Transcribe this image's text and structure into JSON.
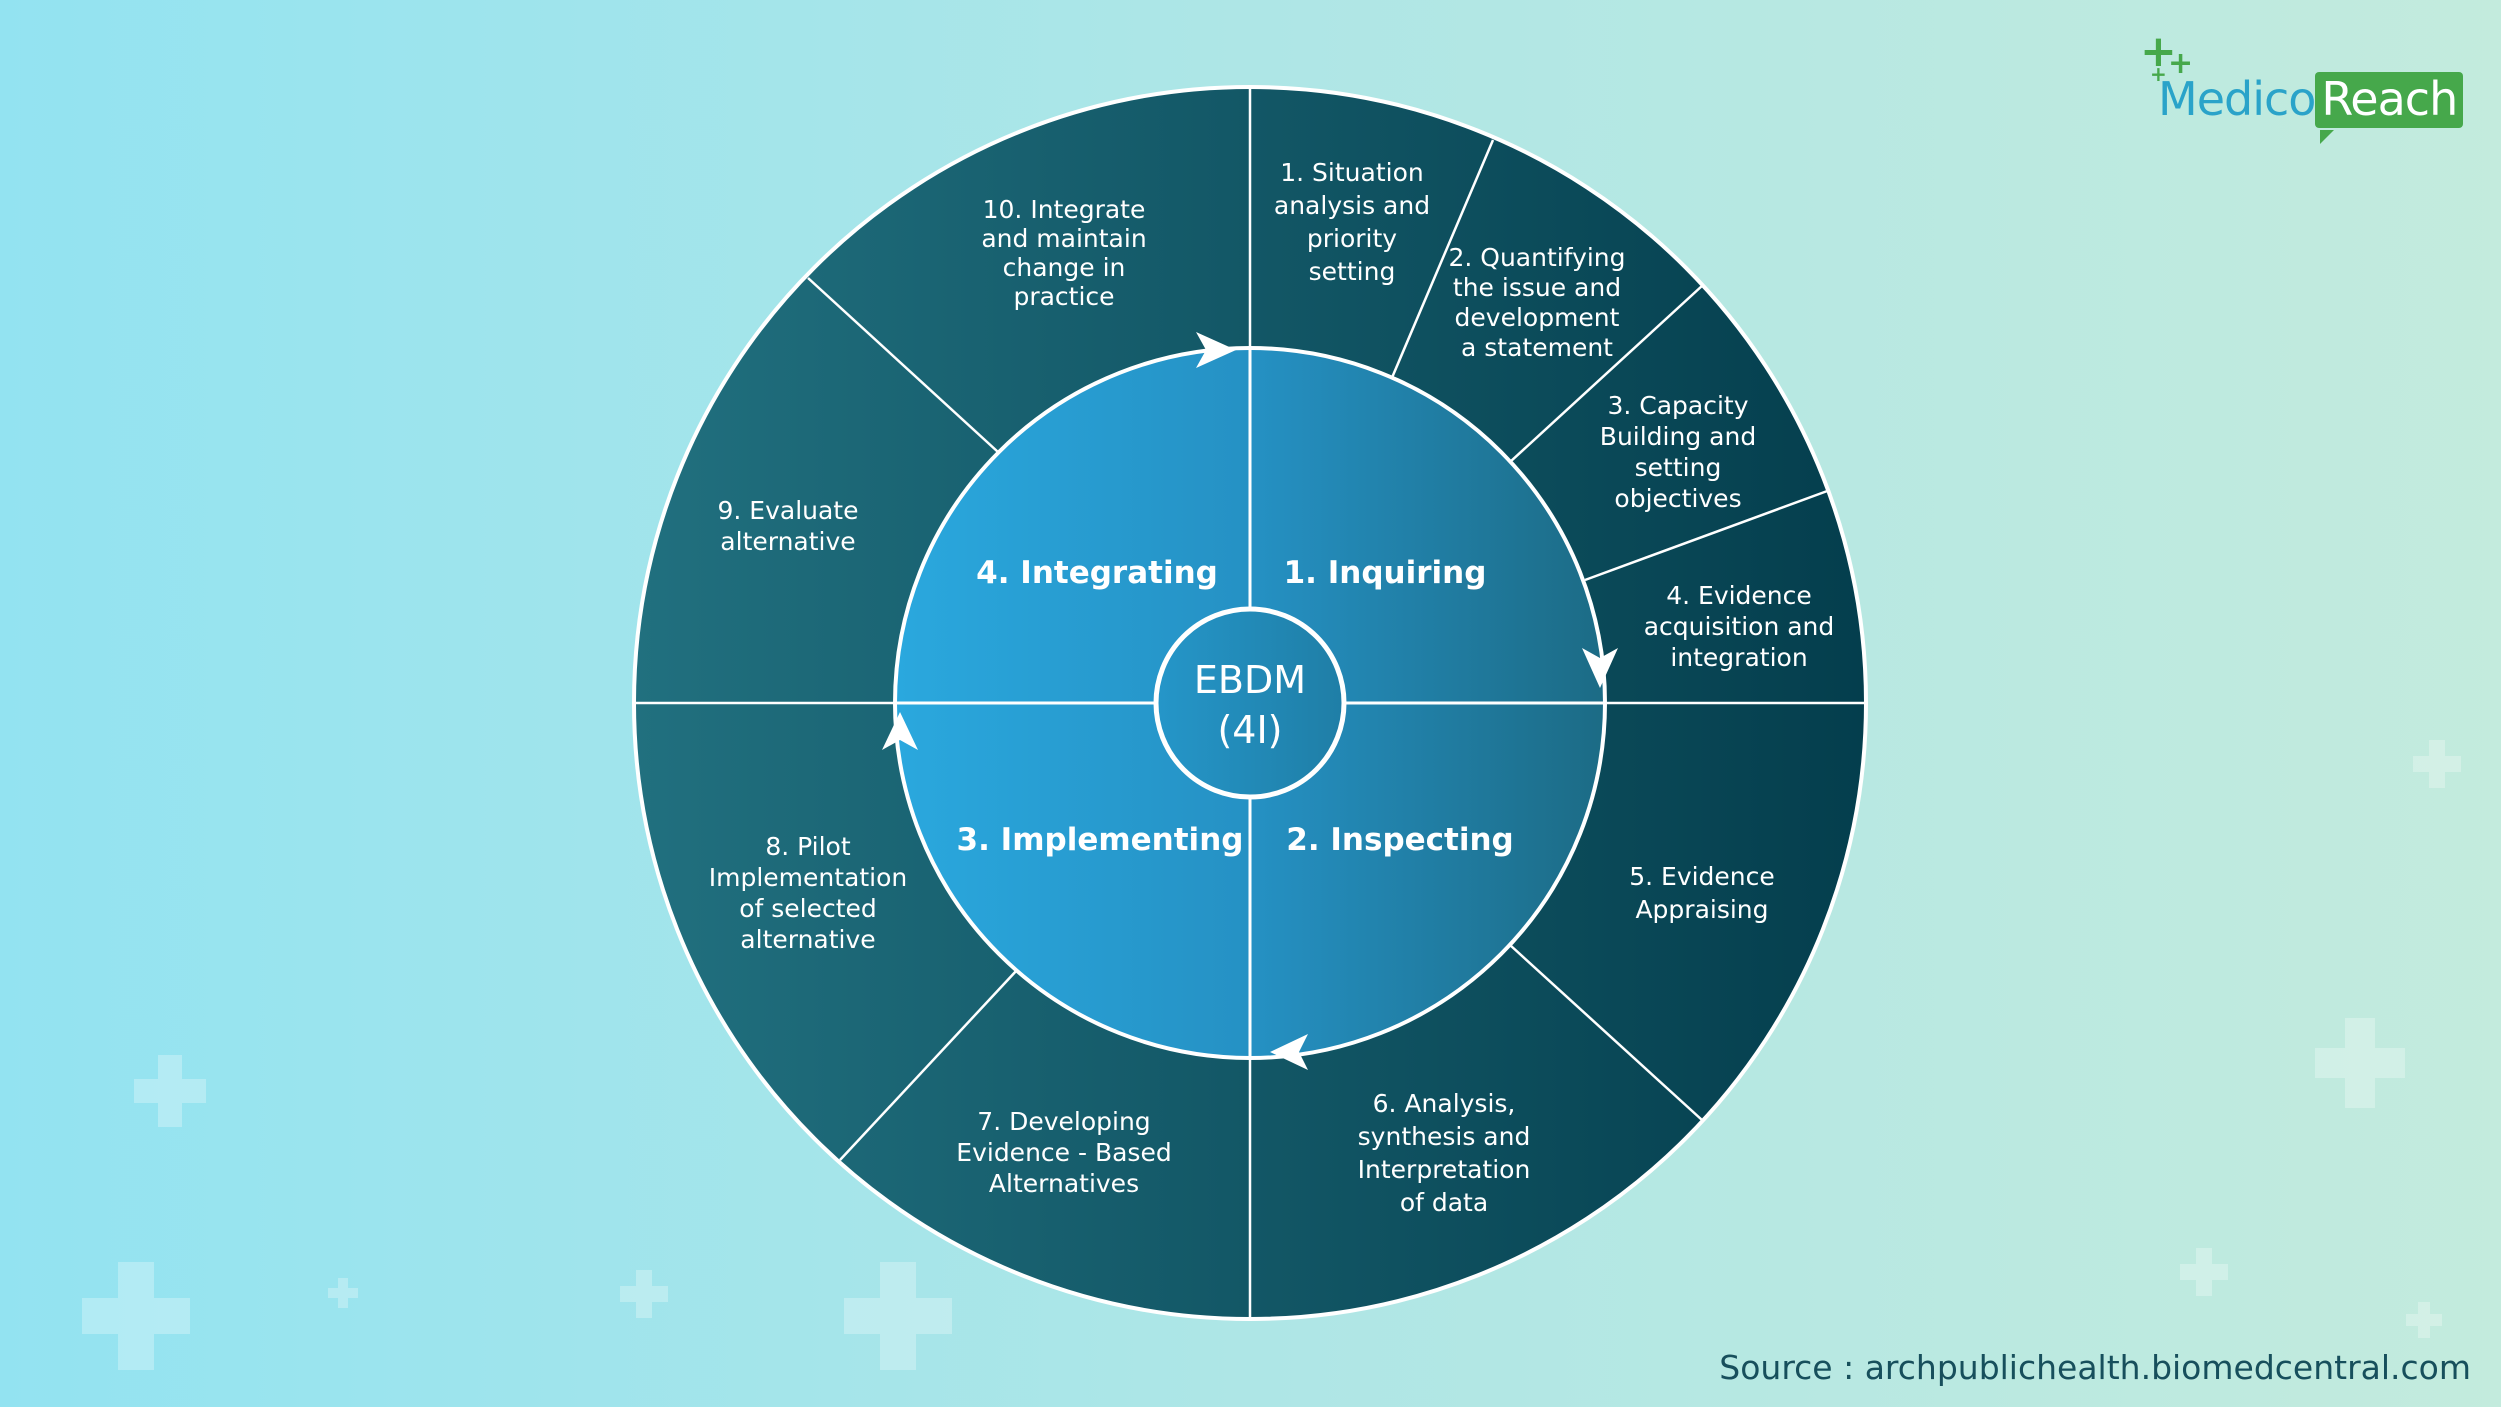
{
  "diagram": {
    "center": {
      "line1": "EBDM",
      "line2": "(4I)"
    },
    "phases": [
      {
        "label": "1. Inquiring"
      },
      {
        "label": "2. Inspecting"
      },
      {
        "label": "3. Implementing"
      },
      {
        "label": "4. Integrating"
      }
    ],
    "steps": [
      {
        "lines": [
          "1. Situation",
          "analysis and",
          "priority",
          "setting"
        ]
      },
      {
        "lines": [
          "2. Quantifying",
          "the issue and",
          "development",
          "a statement"
        ]
      },
      {
        "lines": [
          "3. Capacity",
          "Building and",
          "setting",
          "objectives"
        ]
      },
      {
        "lines": [
          "4. Evidence",
          "acquisition and",
          "integration"
        ]
      },
      {
        "lines": [
          "5. Evidence",
          "Appraising"
        ]
      },
      {
        "lines": [
          "6. Analysis,",
          "synthesis and",
          "Interpretation",
          "of data"
        ]
      },
      {
        "lines": [
          "7. Developing",
          "Evidence - Based",
          "Alternatives"
        ]
      },
      {
        "lines": [
          "8. Pilot",
          "Implementation",
          "of selected",
          "alternative"
        ]
      },
      {
        "lines": [
          "9. Evaluate",
          "alternative"
        ]
      },
      {
        "lines": [
          "10. Integrate",
          "and maintain",
          "change in",
          "practice"
        ]
      }
    ]
  },
  "logo": {
    "medico": "Medico",
    "reach": "Reach"
  },
  "source": "Source : archpublichealth.biomedcentral.com",
  "colors": {
    "outer_ring_dark": "#053f4f",
    "outer_ring_light": "#1f6c7b",
    "inner_circle_light": "#2aa7dd",
    "inner_circle_dark": "#1c6b85",
    "brand_green": "#46a84b",
    "brand_blue": "#2aa3c9"
  }
}
